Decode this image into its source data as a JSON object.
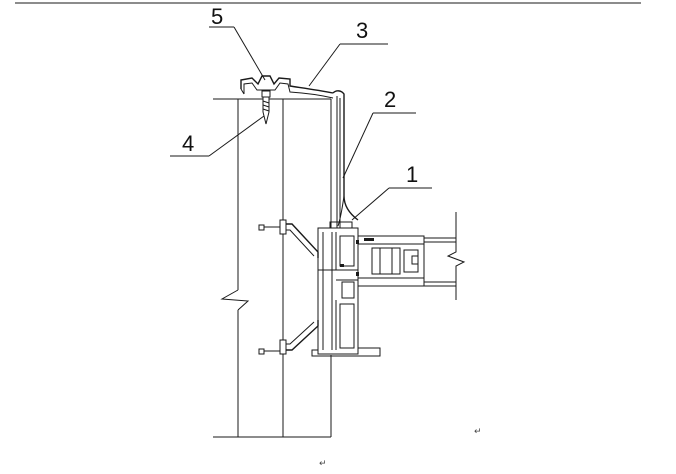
{
  "callouts": [
    {
      "id": "1",
      "label": "1"
    },
    {
      "id": "2",
      "label": "2"
    },
    {
      "id": "3",
      "label": "3"
    },
    {
      "id": "4",
      "label": "4"
    },
    {
      "id": "5",
      "label": "5"
    }
  ],
  "marks": {
    "return_mark_1": "↵",
    "return_mark_2": "↵"
  }
}
